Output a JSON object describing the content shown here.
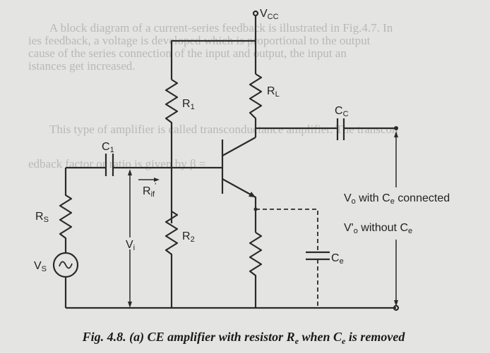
{
  "background_text": [
    "A block diagram of a current-series feedback is illustrated in Fig.4.7. In",
    "ies feedback, a voltage is developed which is proportional to the output",
    "cause of the series connection of the input and output, the input an",
    "istances get increased.",
    "This type of amplifier is called transconductance amplifier. The transcon",
    "edback factor or ratio is given by β ="
  ],
  "labels": {
    "vcc": "V",
    "vcc_sub": "CC",
    "r1": "R",
    "r1_sub": "1",
    "rl": "R",
    "rl_sub": "L",
    "cc": "C",
    "cc_sub": "C",
    "c1": "C",
    "c1_sub": "1",
    "rif": "R",
    "rif_sub": "if",
    "rif_prime": "'",
    "vi": "V",
    "vi_sub": "i",
    "r2": "R",
    "r2_sub": "2",
    "rs": "R",
    "rs_sub": "S",
    "vs": "V",
    "vs_sub": "S",
    "ce": "C",
    "ce_sub": "e",
    "vo_with": "V",
    "vo_with_sub": "o",
    "vo_with_text1": " with C",
    "vo_with_sub2": "e",
    "vo_with_text2": " connected",
    "vo_without": "V'",
    "vo_without_sub": "o",
    "vo_without_text1": " without C",
    "vo_without_sub2": "e"
  },
  "caption": {
    "text1": "Fig. 4.8. (a) CE amplifier with resistor R",
    "sub1": "e",
    "text2": " when C",
    "sub2": "e",
    "text3": " is removed"
  }
}
